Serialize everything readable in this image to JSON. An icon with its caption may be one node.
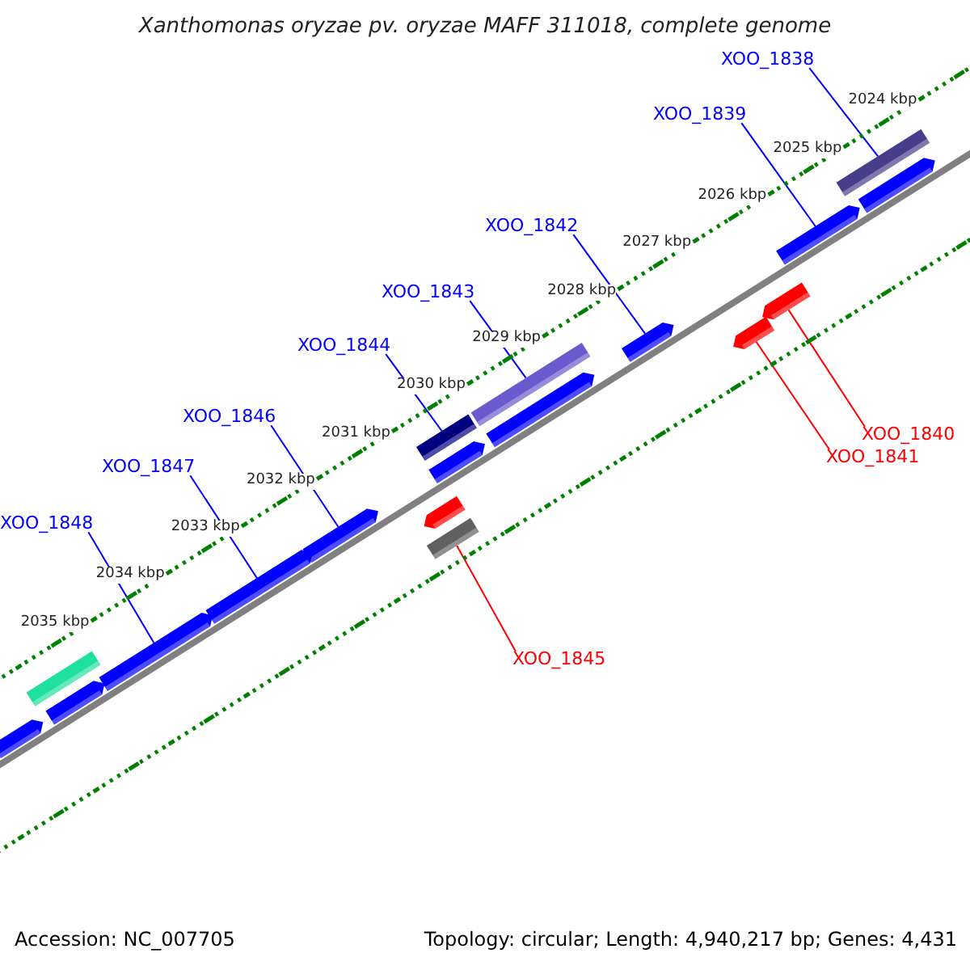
{
  "diagram": {
    "title": "Xanthomonas oryzae pv. oryzae MAFF 311018, complete genome",
    "nodes": [
      {
        "text": [
          "XOO_1838"
        ]
      },
      {
        "text": [
          "XOO_1839"
        ]
      },
      {
        "text": [
          "XOO_1842"
        ]
      },
      {
        "text": [
          "XOO_1843"
        ]
      },
      {
        "text": [
          "XOO_1844"
        ]
      },
      {
        "text": [
          "XOO_1846"
        ]
      },
      {
        "text": [
          "XOO_1847"
        ]
      },
      {
        "text": [
          "XOO_1848"
        ]
      },
      {
        "text": [
          "XOO_1840"
        ]
      },
      {
        "text": [
          "XOO_1841"
        ]
      },
      {
        "text": [
          "XOO_1845"
        ]
      },
      {
        "text": [],
        "shape": "box"
      },
      {
        "text": [],
        "shape": "pentagon"
      },
      {
        "text": [],
        "shape": "pentagon"
      },
      {
        "text": [],
        "shape": "box"
      },
      {
        "text": [],
        "shape": "box"
      },
      {
        "text": [],
        "shape": "pentagon"
      },
      {
        "text": [],
        "shape": "pentagon"
      },
      {
        "text": [],
        "shape": "pentagon"
      },
      {
        "text": [],
        "shape": "pentagon"
      },
      {
        "text": [],
        "shape": "pentagon"
      },
      {
        "text": [],
        "shape": "box"
      },
      {
        "text": [],
        "shape": "pentagon"
      },
      {
        "text": [],
        "shape": "pentagon"
      },
      {
        "text": [],
        "shape": "pentagon"
      },
      {
        "text": [],
        "shape": "pentagon"
      },
      {
        "text": [],
        "shape": "pentagon"
      },
      {
        "text": [],
        "shape": "box"
      },
      {
        "text": [],
        "shape": "pentagon"
      }
    ],
    "edges": [
      {
        "from": 0,
        "to": 11,
        "arrow": "none"
      },
      {
        "from": 1,
        "to": 12,
        "arrow": "none"
      },
      {
        "from": 2,
        "to": 13,
        "arrow": "none"
      },
      {
        "from": 3,
        "to": 14,
        "arrow": "none"
      },
      {
        "from": 4,
        "to": 15,
        "arrow": "none"
      },
      {
        "from": 5,
        "to": 16,
        "arrow": "none"
      },
      {
        "from": 6,
        "to": 17,
        "arrow": "none"
      },
      {
        "from": 7,
        "to": 18,
        "arrow": "none"
      },
      {
        "from": 8,
        "to": 19,
        "arrow": "none",
        "color": "#ff0000"
      },
      {
        "from": 9,
        "to": 20,
        "arrow": "none",
        "color": "#ff0000"
      },
      {
        "from": 10,
        "to": 21,
        "arrow": "none",
        "color": "#ff0000"
      }
    ],
    "labels": [
      "2024 kbp",
      "2025 kbp",
      "2026 kbp",
      "2027 kbp",
      "2028 kbp",
      "2029 kbp",
      "2030 kbp",
      "2031 kbp",
      "2032 kbp",
      "2033 kbp",
      "2034 kbp",
      "2035 kbp",
      "Accession: NC_007705",
      "Topology: circular; Length: 4,940,217 bp; Genes: 4,431"
    ]
  }
}
